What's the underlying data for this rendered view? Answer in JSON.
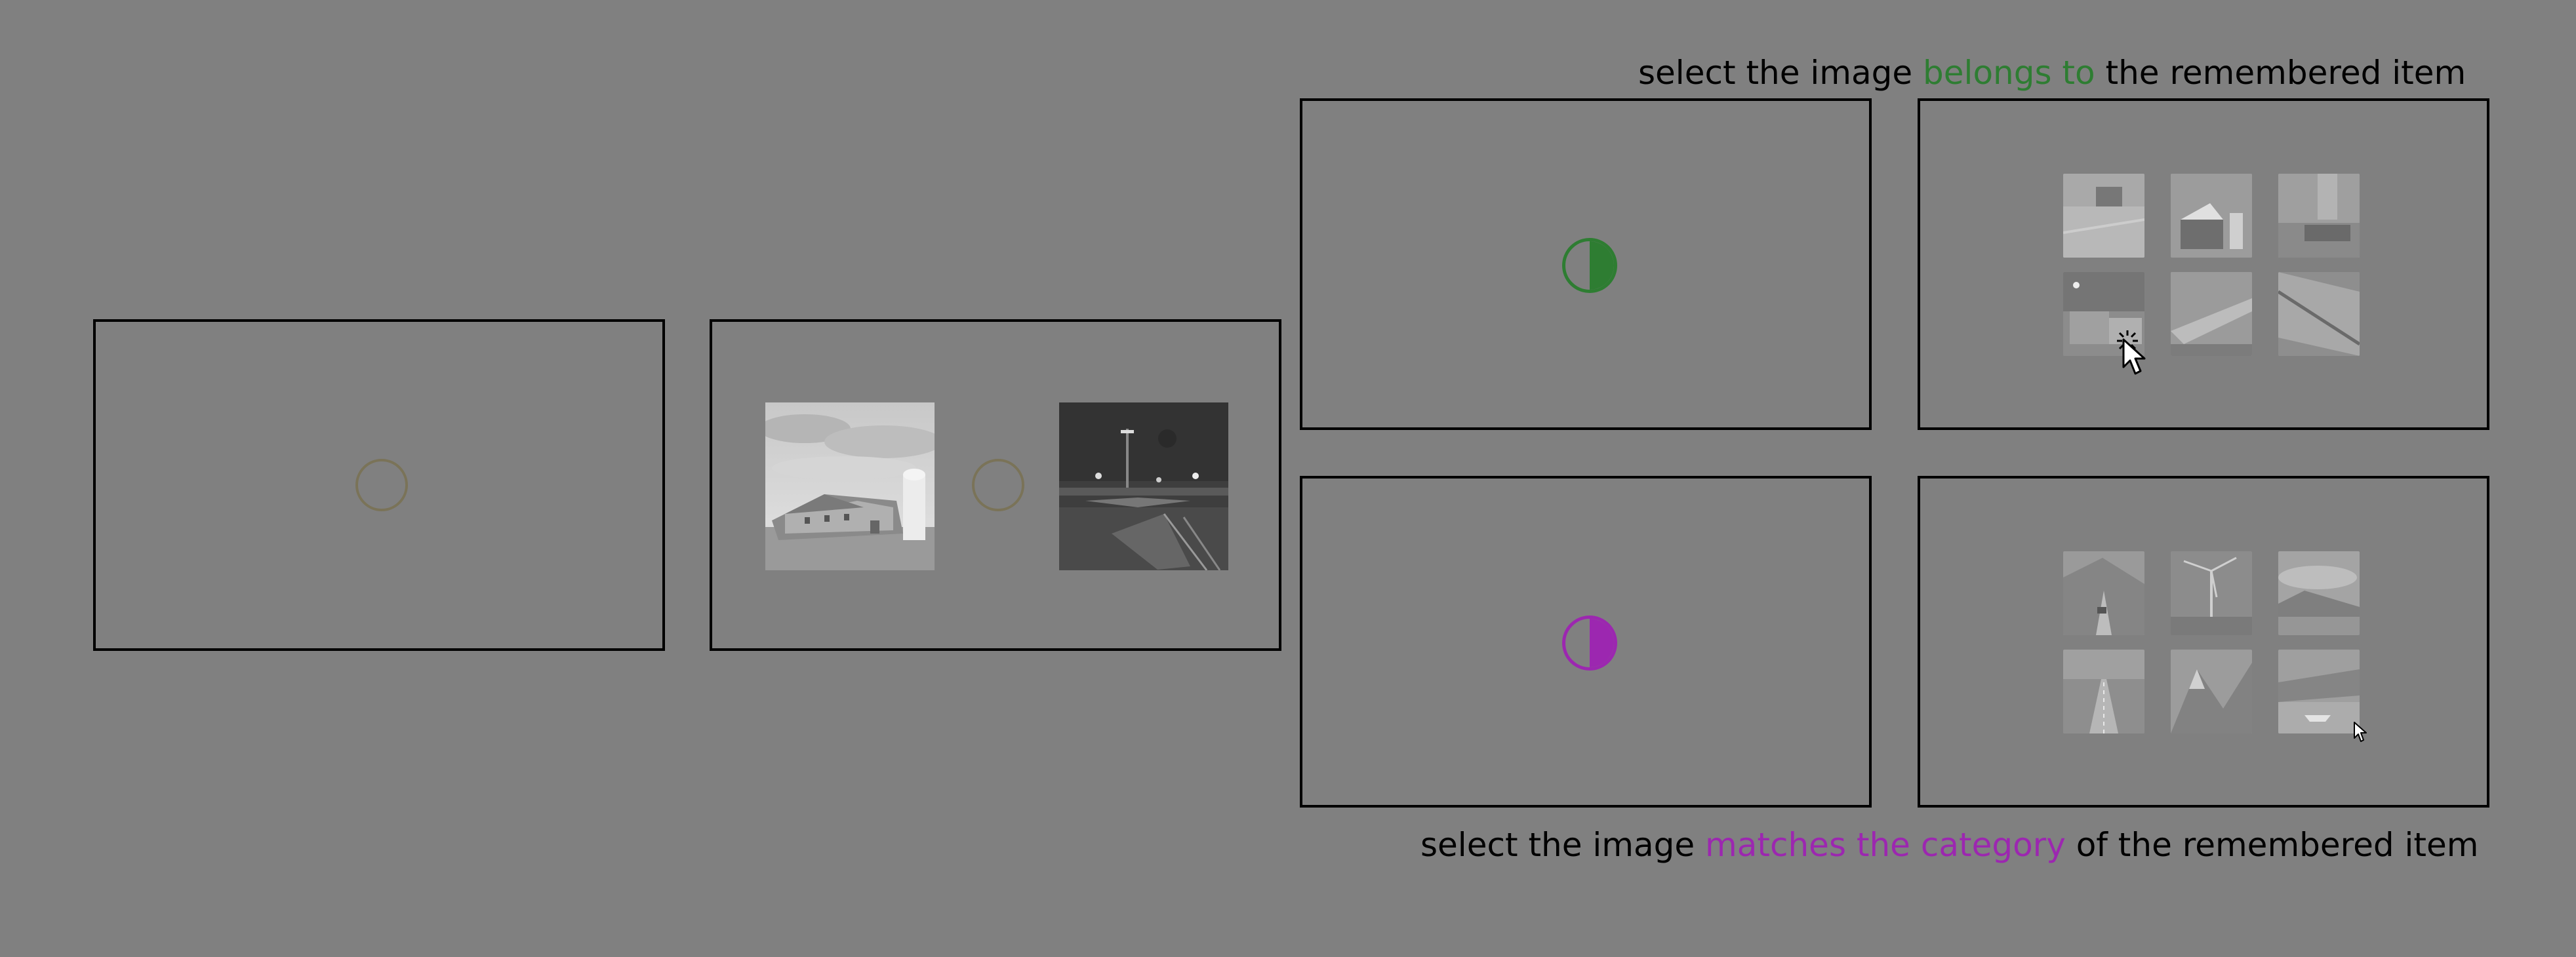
{
  "instruction_top": {
    "prefix": "select the image",
    "highlight": "belongs to",
    "suffix": "the remembered item",
    "highlight_color": "#2e7d32"
  },
  "instruction_bottom": {
    "prefix": "select the image",
    "highlight": "matches the category",
    "suffix": "of the remembered item",
    "highlight_color": "#9c27b0"
  },
  "colors": {
    "background": "#808080",
    "fixation_ring": "#7a7358",
    "cue_green": "#2e7d32",
    "cue_purple": "#9c27b0"
  },
  "icons": {
    "fixation": "fixation-ring-icon",
    "cue_top": "half-disc-icon",
    "cue_bottom": "half-disc-icon",
    "pointer": "mouse-pointer-icon",
    "click": "click-burst-icon"
  },
  "stimuli": {
    "left_image": "barn-with-silo-photo",
    "right_image": "airport-at-night-photo"
  },
  "grid_top": [
    "rural-field",
    "barn-farm",
    "farm-building",
    "airport-gate",
    "airplane-wing",
    "hangar-interior"
  ],
  "grid_bottom": [
    "mountain-road",
    "wind-turbine",
    "coastal-hills",
    "highway-road",
    "mountain-valley",
    "lake-boat"
  ]
}
